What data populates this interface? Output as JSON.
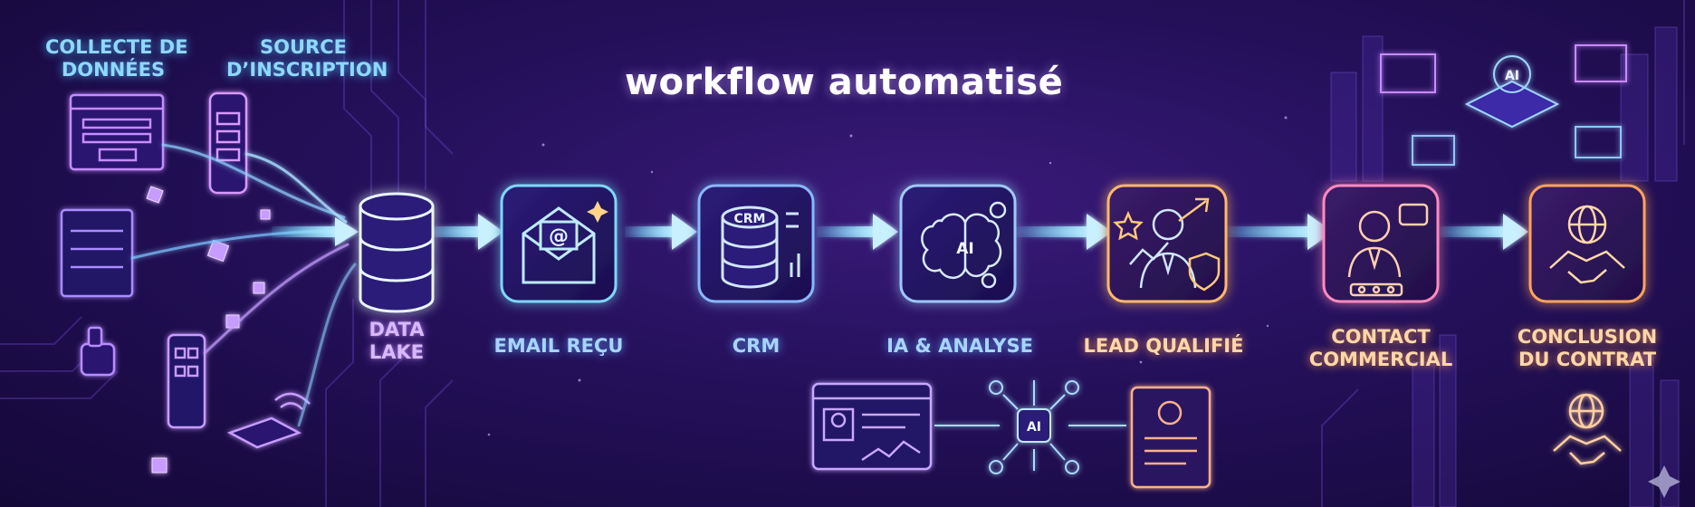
{
  "title": "workflow automatisé",
  "sources": [
    {
      "line1": "COLLECTE DE",
      "line2": "DONNÉES"
    },
    {
      "line1": "SOURCE",
      "line2": "D’INSCRIPTION"
    }
  ],
  "steps": [
    {
      "line1": "DATA",
      "line2": "LAKE",
      "icon": "database-icon"
    },
    {
      "line1": "EMAIL REÇU",
      "line2": "",
      "icon": "email-envelope-icon"
    },
    {
      "line1": "CRM",
      "line2": "",
      "icon": "crm-database-icon"
    },
    {
      "line1": "IA & ANALYSE",
      "line2": "",
      "icon": "ai-brain-icon"
    },
    {
      "line1": "LEAD QUALIFIÉ",
      "line2": "",
      "icon": "qualified-lead-icon"
    },
    {
      "line1": "CONTACT",
      "line2": "COMMERCIAL",
      "icon": "sales-contact-icon"
    },
    {
      "line1": "CONCLUSION",
      "line2": "DU CONTRAT",
      "icon": "handshake-globe-icon"
    }
  ],
  "icon_text": {
    "crm": "CRM",
    "ai": "AI",
    "ai_small": "AI",
    "ai_top": "AI"
  },
  "colors": {
    "background": "#24105a",
    "cyan": "#5ce1ff",
    "violet": "#b46cff",
    "pink": "#e58cff",
    "orange": "#ffa45c",
    "title": "#ffffff"
  }
}
